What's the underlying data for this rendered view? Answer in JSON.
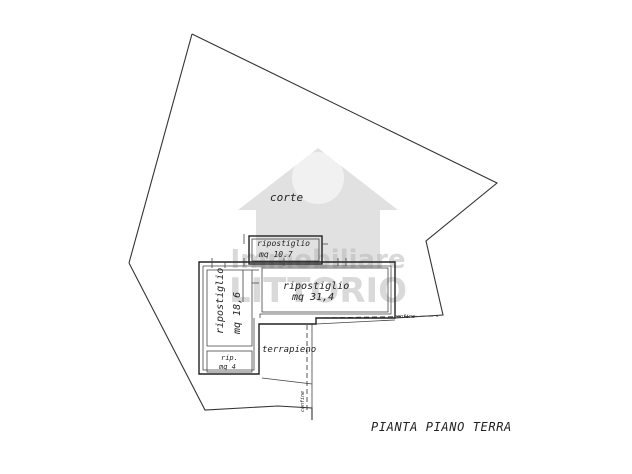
{
  "watermark": {
    "line1": "Immobiliare",
    "line2": "LITTORIO"
  },
  "plan": {
    "title": "PIANTA PIANO TERRA",
    "corte": "corte",
    "rooms": [
      {
        "name": "ripostiglio",
        "area": "mq 10.7"
      },
      {
        "name": "ripostiglio",
        "area": "mq 31,4"
      },
      {
        "name": "ripostiglio",
        "area": "mq 18,6"
      },
      {
        "name": "rip.",
        "area": "mq 4"
      }
    ],
    "terrapieno": "terrapieno",
    "confine": "confine"
  }
}
